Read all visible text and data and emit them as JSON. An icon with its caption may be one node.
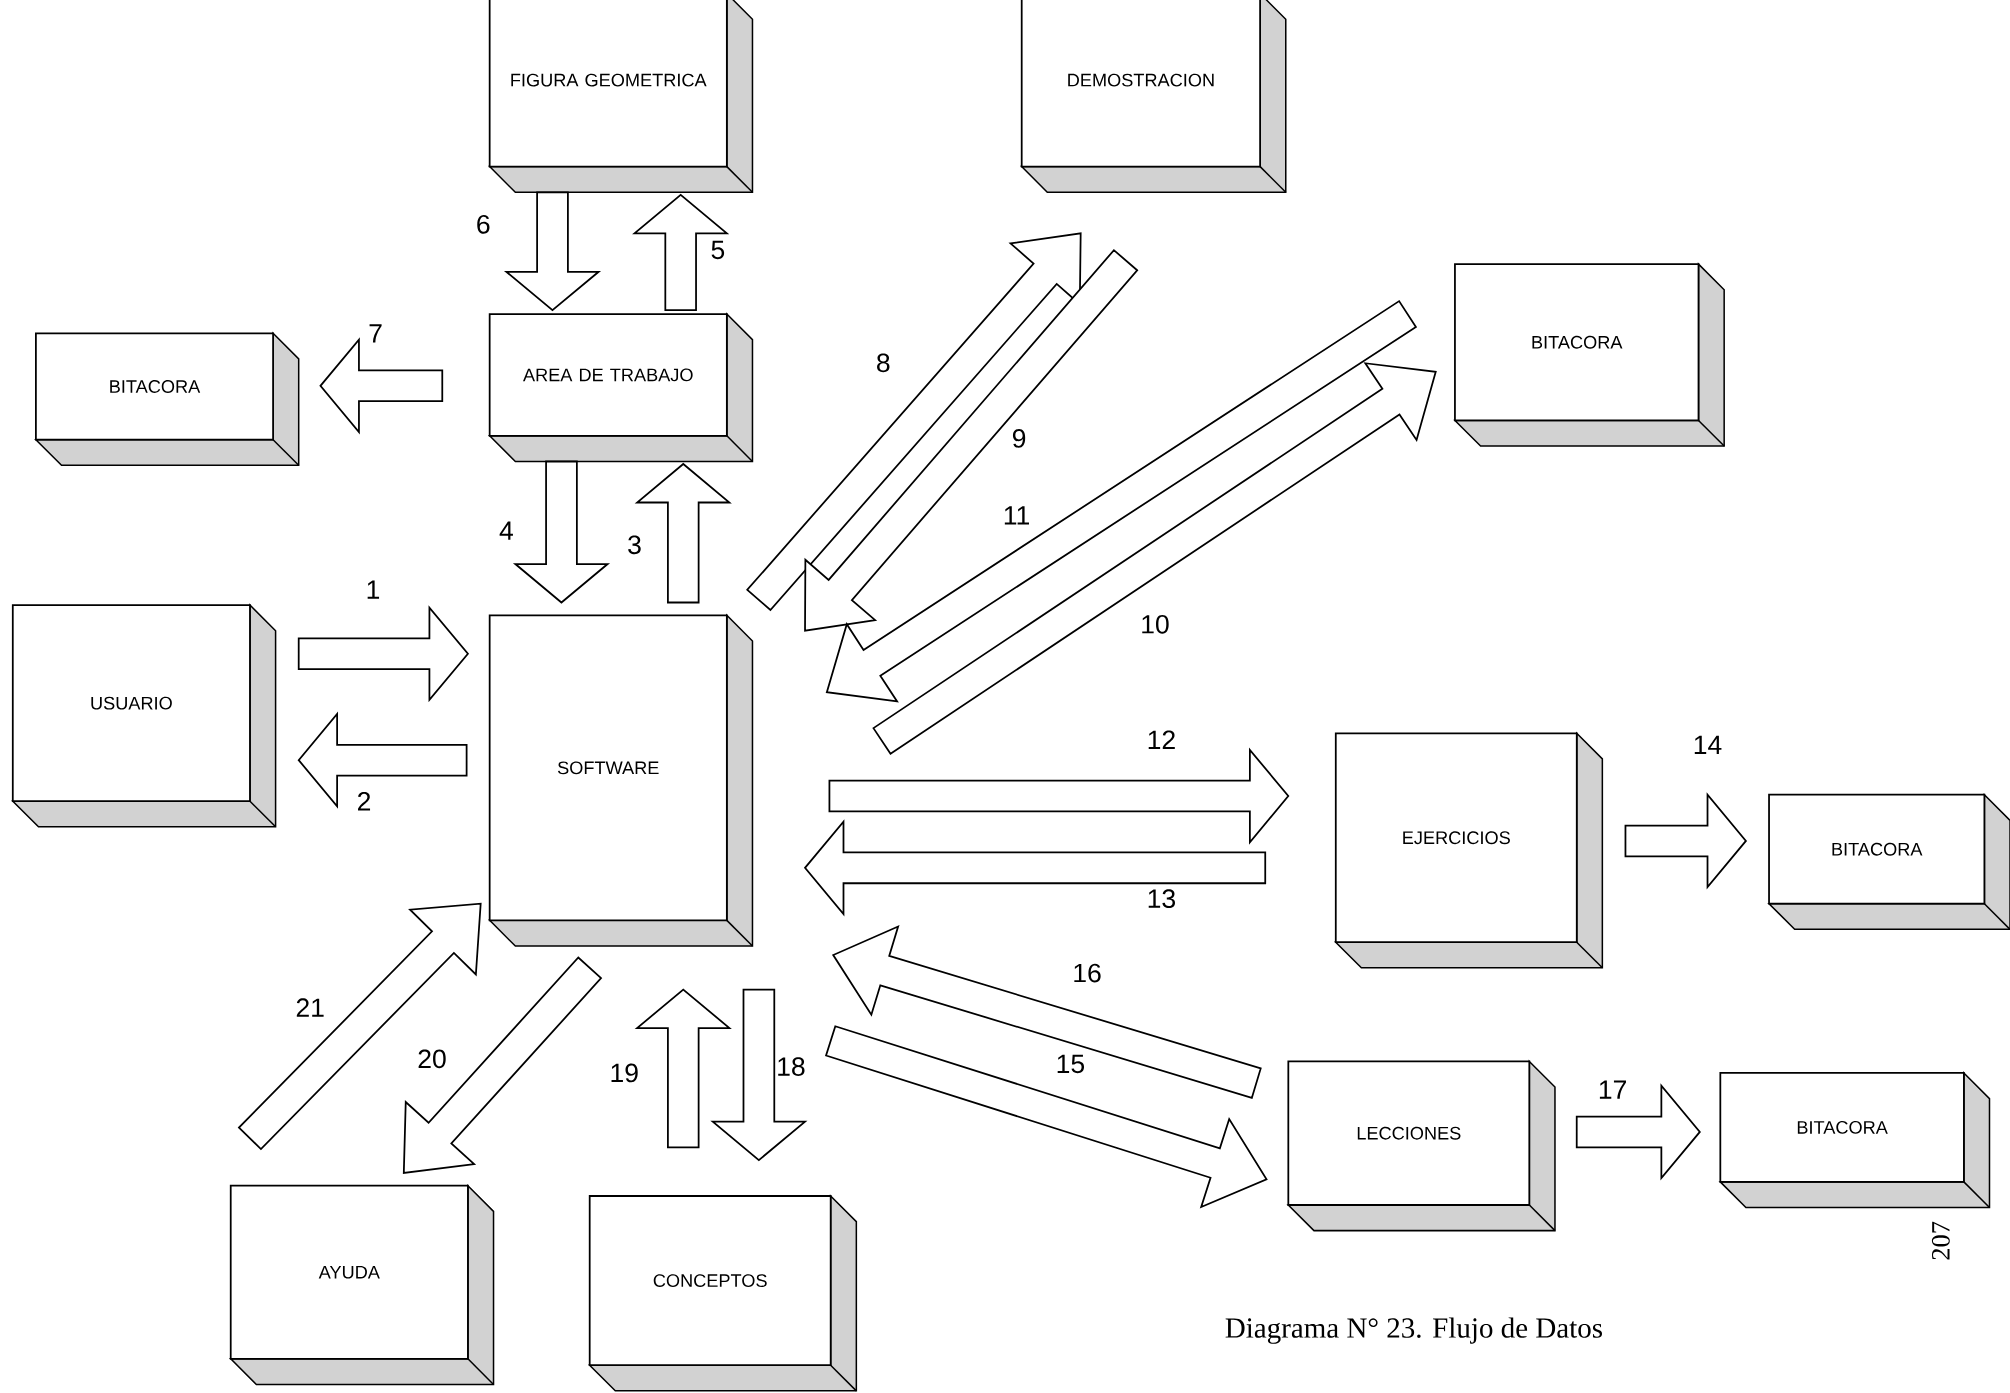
{
  "diagram": {
    "caption": "Diagrama N° 23. Flujo de Datos",
    "nodes": [
      {
        "text": [
          "FIGURA GEOMETRICA"
        ]
      },
      {
        "text": [
          "DEMOSTRACION"
        ]
      },
      {
        "text": [
          "BITACORA"
        ]
      },
      {
        "text": [
          "AREA DE TRABAJO"
        ]
      },
      {
        "text": [
          "BITACORA"
        ]
      },
      {
        "text": [
          "USUARIO"
        ]
      },
      {
        "text": [
          "SOFTWARE"
        ]
      },
      {
        "text": [
          "EJERCICIOS"
        ]
      },
      {
        "text": [
          "BITACORA"
        ]
      },
      {
        "text": [
          "LECCIONES"
        ]
      },
      {
        "text": [
          "BITACORA"
        ]
      },
      {
        "text": [
          "AYUDA"
        ]
      },
      {
        "text": [
          "CONCEPTOS"
        ]
      }
    ],
    "edges": [
      {
        "from": 5,
        "to": 6,
        "arrow": "to",
        "label": "1"
      },
      {
        "from": 6,
        "to": 5,
        "arrow": "to",
        "label": "2"
      },
      {
        "from": 6,
        "to": 3,
        "arrow": "to",
        "label": "3"
      },
      {
        "from": 3,
        "to": 6,
        "arrow": "to",
        "label": "4"
      },
      {
        "from": 3,
        "to": 0,
        "arrow": "to",
        "label": "5"
      },
      {
        "from": 0,
        "to": 3,
        "arrow": "to",
        "label": "6"
      },
      {
        "from": 3,
        "to": 2,
        "arrow": "to",
        "label": "7"
      },
      {
        "from": 6,
        "to": 1,
        "arrow": "to",
        "label": "8"
      },
      {
        "from": 1,
        "to": 6,
        "arrow": "to",
        "label": "9"
      },
      {
        "from": 6,
        "to": 4,
        "arrow": "to",
        "label": "10"
      },
      {
        "from": 4,
        "to": 6,
        "arrow": "to",
        "label": "11"
      },
      {
        "from": 6,
        "to": 7,
        "arrow": "to",
        "label": "12"
      },
      {
        "from": 7,
        "to": 6,
        "arrow": "to",
        "label": "13"
      },
      {
        "from": 7,
        "to": 8,
        "arrow": "to",
        "label": "14"
      },
      {
        "from": 6,
        "to": 9,
        "arrow": "to",
        "label": "15"
      },
      {
        "from": 9,
        "to": 6,
        "arrow": "to",
        "label": "16"
      },
      {
        "from": 9,
        "to": 10,
        "arrow": "to",
        "label": "17"
      },
      {
        "from": 6,
        "to": 12,
        "arrow": "to",
        "label": "18"
      },
      {
        "from": 12,
        "to": 6,
        "arrow": "to",
        "label": "19"
      },
      {
        "from": 6,
        "to": 11,
        "arrow": "to",
        "label": "20"
      },
      {
        "from": 11,
        "to": 6,
        "arrow": "to",
        "label": "21"
      }
    ],
    "labels": [
      "207"
    ]
  }
}
